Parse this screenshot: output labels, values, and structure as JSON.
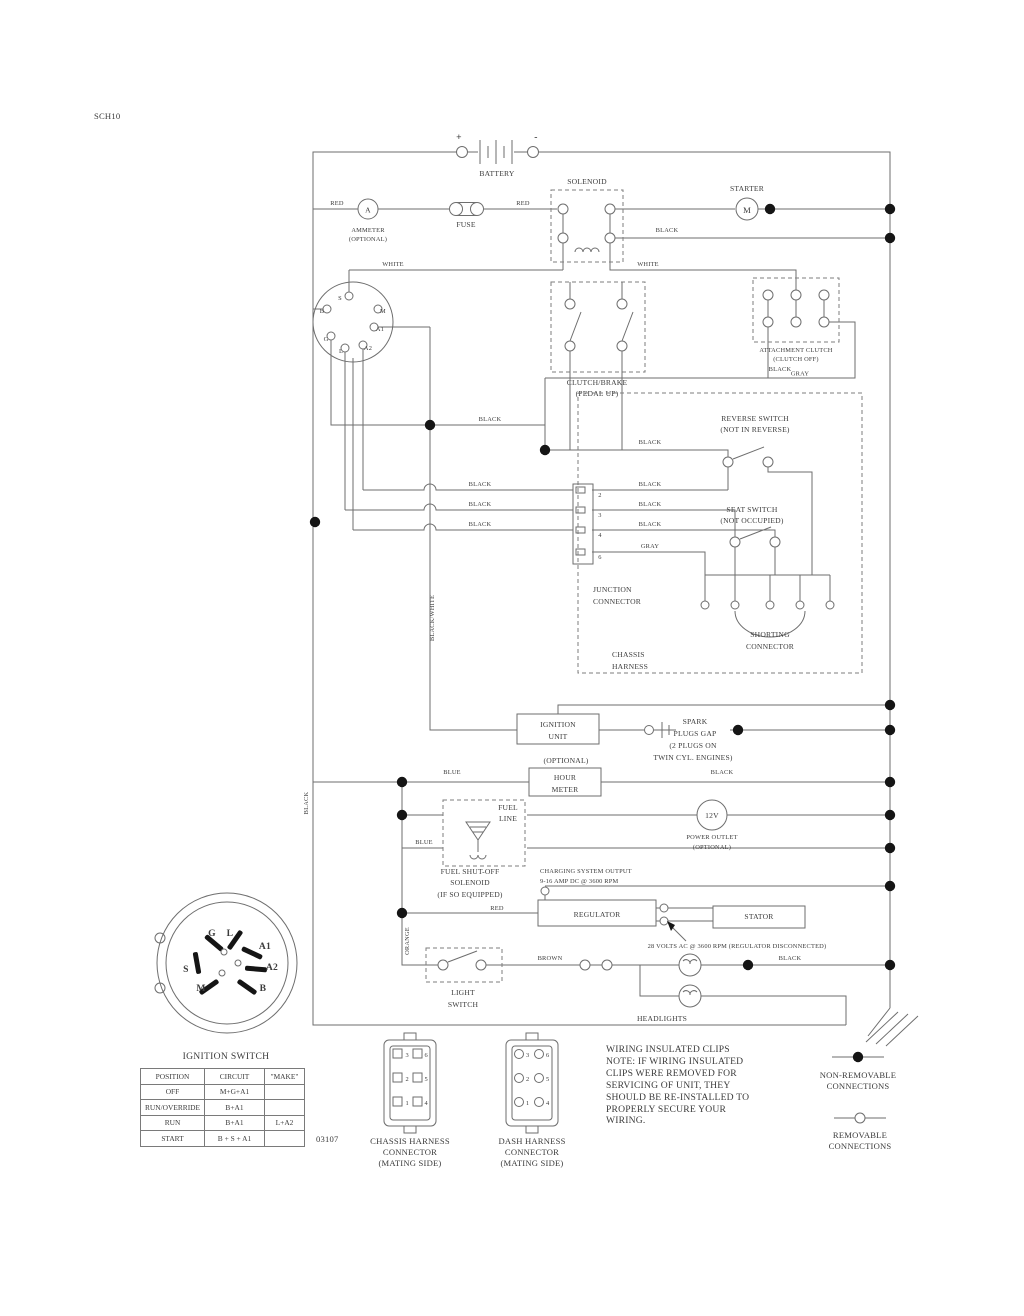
{
  "page": {
    "sheet_code": "SCH10",
    "doc_number": "03107"
  },
  "labels": {
    "battery": "BATTERY",
    "battery_plus": "+",
    "battery_minus": "-",
    "ammeter": "AMMETER",
    "ammeter_optional": "(OPTIONAL)",
    "ammeter_a": "A",
    "fuse": "FUSE",
    "solenoid": "SOLENOID",
    "starter": "STARTER",
    "starter_m": "M",
    "clutch_brake_1": "CLUTCH/BRAKE",
    "clutch_brake_2": "(PEDAL UP)",
    "attachment_clutch_1": "ATTACHMENT CLUTCH",
    "attachment_clutch_2": "(CLUTCH OFF)",
    "reverse_switch_1": "REVERSE SWITCH",
    "reverse_switch_2": "(NOT IN REVERSE)",
    "seat_switch_1": "SEAT SWITCH",
    "seat_switch_2": "(NOT OCCUPIED)",
    "junction_connector_1": "JUNCTION",
    "junction_connector_2": "CONNECTOR",
    "shorting_connector_1": "SHORTING",
    "shorting_connector_2": "CONNECTOR",
    "chassis_harness_1": "CHASSIS",
    "chassis_harness_2": "HARNESS",
    "ignition_unit_1": "IGNITION",
    "ignition_unit_2": "UNIT",
    "spark_1": "SPARK",
    "spark_2": "PLUGS GAP",
    "spark_3": "(2 PLUGS ON",
    "spark_4": "TWIN CYL. ENGINES)",
    "optional": "(OPTIONAL)",
    "hour_meter_1": "HOUR",
    "hour_meter_2": "METER",
    "fuel_1": "FUEL",
    "fuel_2": "LINE",
    "fuel_solenoid_1": "FUEL SHUT-OFF",
    "fuel_solenoid_2": "SOLENOID",
    "fuel_solenoid_3": "(IF SO EQUIPPED)",
    "twelve_v": "12V",
    "power_outlet_1": "POWER OUTLET",
    "power_outlet_2": "(OPTIONAL)",
    "charging_1": "CHARGING SYSTEM OUTPUT",
    "charging_2": "9-16 AMP DC @ 3600 RPM",
    "regulator": "REGULATOR",
    "stator": "STATOR",
    "stator_note": "28 VOLTS AC @ 3600 RPM (REGULATOR DISCONNECTED)",
    "light_switch_1": "LIGHT",
    "light_switch_2": "SWITCH",
    "headlights": "HEADLIGHTS"
  },
  "wire_colors": {
    "red": "RED",
    "black": "BLACK",
    "white": "WHITE",
    "gray": "GRAY",
    "blue": "BLUE",
    "brown": "BROWN",
    "orange": "ORANGE",
    "black_white": "BLACK/WHITE"
  },
  "switch_terminals": {
    "s": "S",
    "b": "B",
    "m": "M",
    "g": "G",
    "l": "L",
    "a1": "A1",
    "a2": "A2"
  },
  "junction_pins": {
    "p2": "2",
    "p3": "3",
    "p4": "4",
    "p6": "6"
  },
  "ignition_switch": {
    "title": "IGNITION SWITCH",
    "terminals": {
      "g": "G",
      "l": "L",
      "a1": "A1",
      "a2": "A2",
      "s": "S",
      "m": "M",
      "b": "B"
    },
    "table": {
      "col_position": "POSITION",
      "col_circuit": "CIRCUIT",
      "col_make": "\"MAKE\"",
      "rows": [
        {
          "position": "OFF",
          "circuit": "M+G+A1",
          "make": ""
        },
        {
          "position": "RUN/OVERRIDE",
          "circuit": "B+A1",
          "make": ""
        },
        {
          "position": "RUN",
          "circuit": "B+A1",
          "make": "L+A2"
        },
        {
          "position": "START",
          "circuit": "B + S + A1",
          "make": ""
        }
      ]
    }
  },
  "connectors": {
    "chassis_1": "CHASSIS HARNESS",
    "chassis_2": "CONNECTOR",
    "chassis_3": "(MATING SIDE)",
    "dash_1": "DASH HARNESS",
    "dash_2": "CONNECTOR",
    "dash_3": "(MATING SIDE)",
    "pins": {
      "c1": "3",
      "c2": "6",
      "c3": "2",
      "c4": "5",
      "c5": "1",
      "c6": "4"
    }
  },
  "notes": {
    "line1": "WIRING INSULATED CLIPS",
    "line2": "NOTE: IF WIRING INSULATED",
    "line3": "CLIPS WERE REMOVED FOR",
    "line4": "SERVICING OF UNIT, THEY",
    "line5": "SHOULD BE RE-INSTALLED TO",
    "line6": "PROPERLY SECURE YOUR",
    "line7": "WIRING.",
    "non_removable_1": "NON-REMOVABLE",
    "non_removable_2": "CONNECTIONS",
    "removable_1": "REMOVABLE",
    "removable_2": "CONNECTIONS"
  }
}
